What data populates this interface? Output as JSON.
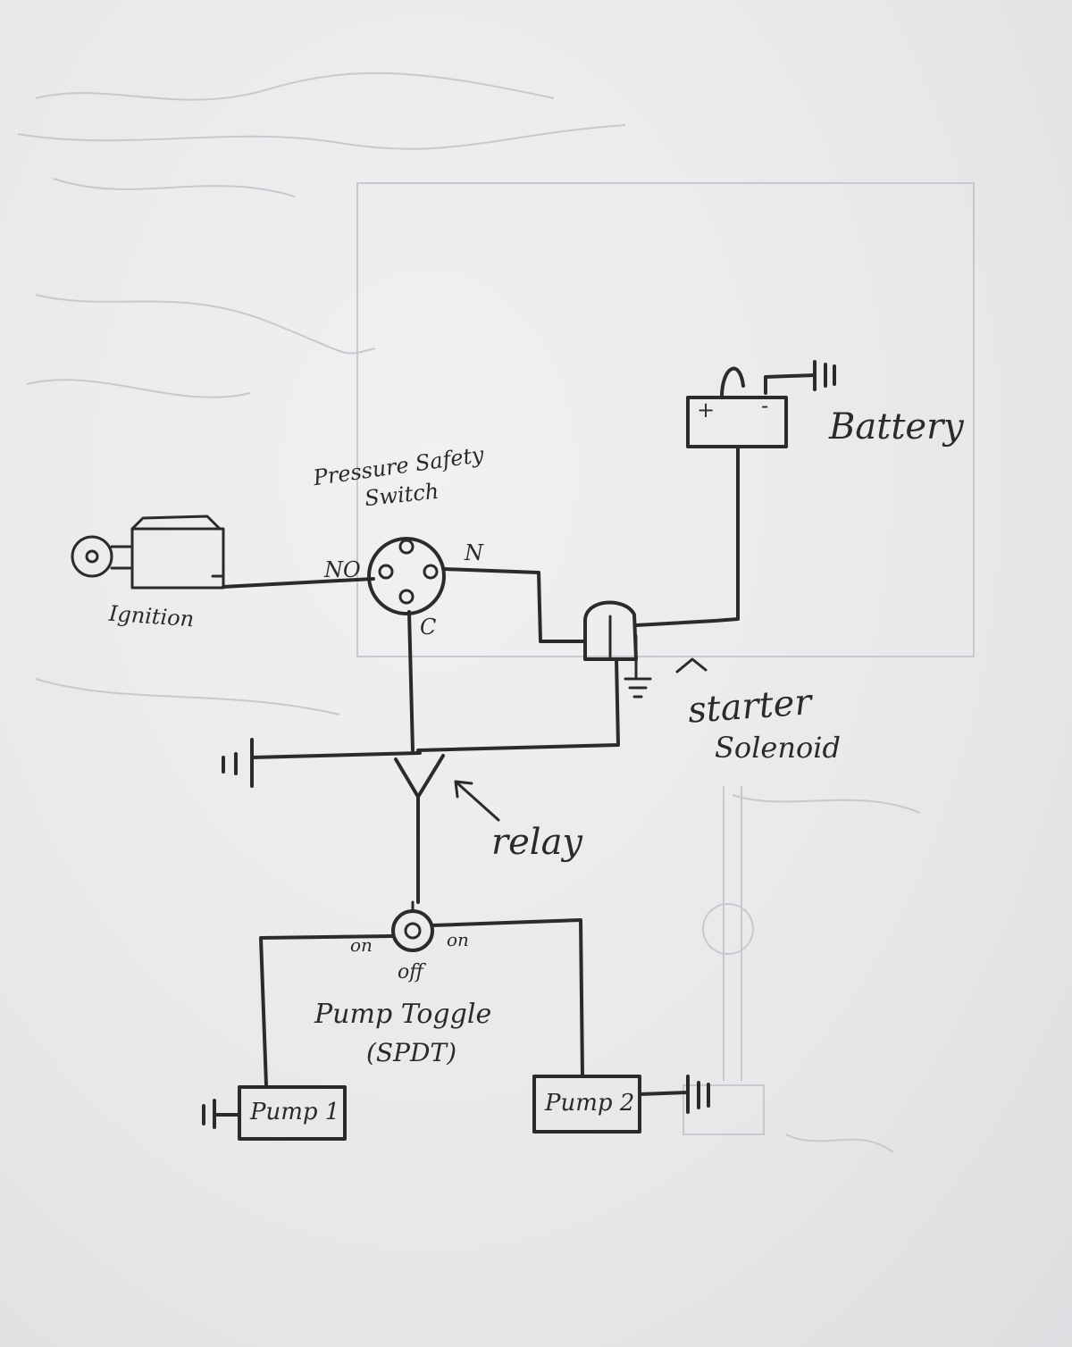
{
  "labels": {
    "pressure_safety_switch_line1": "Pressure Safety",
    "pressure_safety_switch_line2": "Switch",
    "no_terminal": "NO",
    "n_terminal": "N",
    "c_terminal": "C",
    "ignition": "Ignition",
    "battery": "Battery",
    "battery_plus": "+",
    "battery_minus": "-",
    "starter_line1": "starter",
    "starter_line2": "Solenoid",
    "relay": "relay",
    "toggle_on_left": "on",
    "toggle_on_right": "on",
    "toggle_off": "off",
    "pump_toggle_line1": "Pump Toggle",
    "pump_toggle_line2": "(SPDT)",
    "pump1": "Pump 1",
    "pump2": "Pump 2"
  },
  "colors": {
    "ink": "#2b2b2b",
    "paper": "#ececee"
  }
}
